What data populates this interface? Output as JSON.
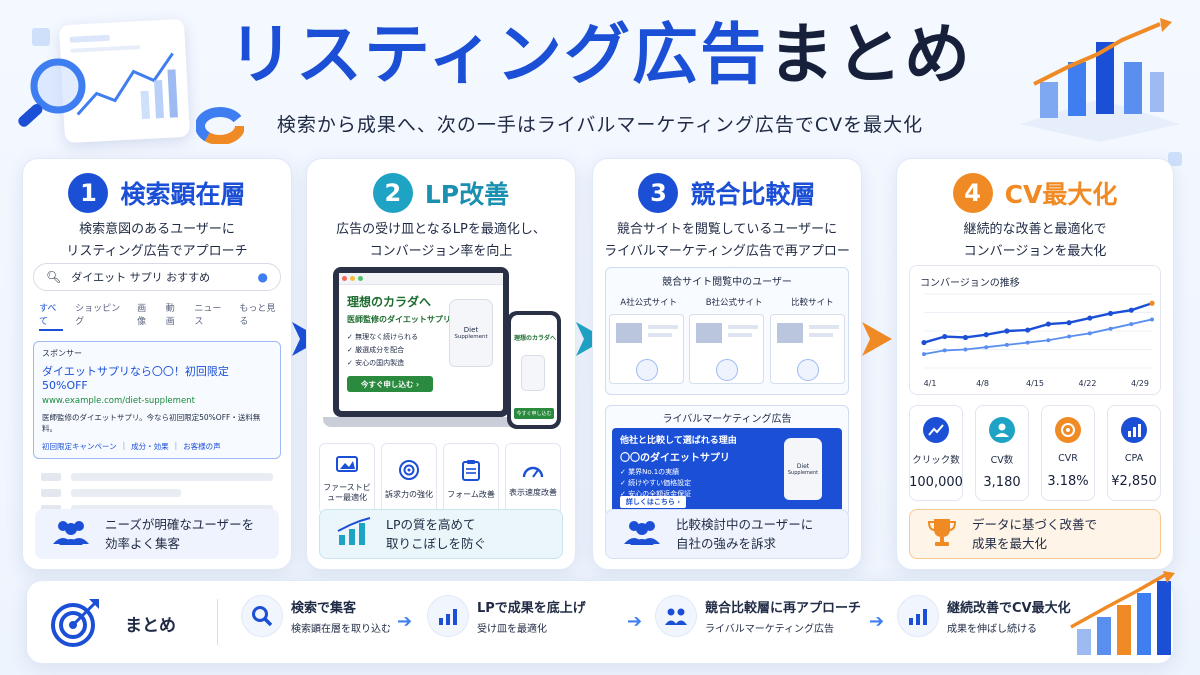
{
  "header": {
    "title_blue": "リスティング広告",
    "title_dark": "まとめ",
    "subtitle": "検索から成果へ、次の一手はライバルマーケティング広告でCVを最大化"
  },
  "cards": [
    {
      "num": "1",
      "title": "検索顕在層",
      "desc1": "検索意図のあるユーザーに",
      "desc2": "リスティング広告でアプローチ",
      "footer1": "ニーズが明確なユーザーを",
      "footer2": "効率よく集客"
    },
    {
      "num": "2",
      "title": "LP改善",
      "desc1": "広告の受け皿となるLPを最適化し、",
      "desc2": "コンバージョン率を向上",
      "footer1": "LPの質を高めて",
      "footer2": "取りこぼしを防ぐ"
    },
    {
      "num": "3",
      "title": "競合比較層",
      "desc1": "競合サイトを閲覧しているユーザーに",
      "desc2": "ライバルマーケティング広告で再アプローチ",
      "footer1": "比較検討中のユーザーに",
      "footer2": "自社の強みを訴求"
    },
    {
      "num": "4",
      "title": "CV最大化",
      "desc1": "継続的な改善と最適化で",
      "desc2": "コンバージョンを最大化",
      "footer1": "データに基づく改善で",
      "footer2": "成果を最大化"
    }
  ],
  "search": {
    "query": "ダイエット サプリ おすすめ",
    "tabs": [
      "すべて",
      "ショッピング",
      "画像",
      "動画",
      "ニュース",
      "もっと見る"
    ],
    "sponsor": "スポンサー",
    "ad_title": "ダイエットサプリなら〇〇！初回限定50%OFF",
    "ad_url": "www.example.com/diet-supplement",
    "ad_desc": "医師監修のダイエットサプリ。今なら初回限定50%OFF・送料無料。",
    "ad_links": [
      "初回限定キャンペーン",
      "成分・効果",
      "お客様の声"
    ]
  },
  "lp": {
    "headline": "理想のカラダへ",
    "sub": "医師監修のダイエットサプリ",
    "checks": [
      "無理なく続けられる",
      "厳選成分を配合",
      "安心の国内製造"
    ],
    "cta": "今すぐ申し込む ›",
    "bottle_label1": "Diet",
    "bottle_label2": "Supplement",
    "phone_headline": "理想のカラダへ",
    "phone_cta": "今すぐ申し込む",
    "features": [
      "ファーストビュー最適化",
      "訴求力の強化",
      "フォーム改善",
      "表示速度改善"
    ]
  },
  "competitor": {
    "browsing_label": "競合サイト閲覧中のユーザー",
    "sites": [
      "A社公式サイト",
      "B社公式サイト",
      "比較サイト"
    ],
    "ad_label": "ライバルマーケティング広告",
    "banner_title1": "他社と比較して選ばれる理由",
    "banner_title2": "〇〇のダイエットサプリ",
    "banner_checks": [
      "業界No.1の実績",
      "続けやすい価格設定",
      "安心の全額返金保証"
    ],
    "banner_cta": "詳しくはこちら ›",
    "bottle_label1": "Diet",
    "bottle_label2": "Supplement"
  },
  "cv": {
    "chart_title": "コンバージョンの推移",
    "stats": [
      {
        "label": "クリック数",
        "value": "100,000",
        "color": "#1b4fd6"
      },
      {
        "label": "CV数",
        "value": "3,180",
        "color": "#1fa3c4"
      },
      {
        "label": "CVR",
        "value": "3.18%",
        "color": "#f08a24"
      },
      {
        "label": "CPA",
        "value": "¥2,850",
        "color": "#1b4fd6"
      }
    ]
  },
  "chart_data": {
    "type": "line",
    "title": "コンバージョンの推移",
    "categories": [
      "4/1",
      "4/8",
      "4/15",
      "4/22",
      "4/29"
    ],
    "series": [
      {
        "values": [
          55,
          68,
          66,
          72,
          80,
          82,
          95,
          98,
          108,
          118,
          125,
          140
        ]
      },
      {
        "values": [
          30,
          38,
          40,
          45,
          50,
          55,
          60,
          68,
          75,
          85,
          95,
          105
        ]
      }
    ],
    "ylim": [
      0,
      160
    ],
    "grid": true,
    "colors": [
      "#1b4fd6",
      "#5a8ff0"
    ]
  },
  "summary": {
    "label": "まとめ",
    "steps": [
      {
        "title": "検索で集客",
        "sub": "検索顕在層を取り込む"
      },
      {
        "title": "LPで成果を底上げ",
        "sub": "受け皿を最適化"
      },
      {
        "title": "競合比較層に再アプローチ",
        "sub": "ライバルマーケティング広告"
      },
      {
        "title": "継続改善でCV最大化",
        "sub": "成果を伸ばし続ける"
      }
    ]
  }
}
